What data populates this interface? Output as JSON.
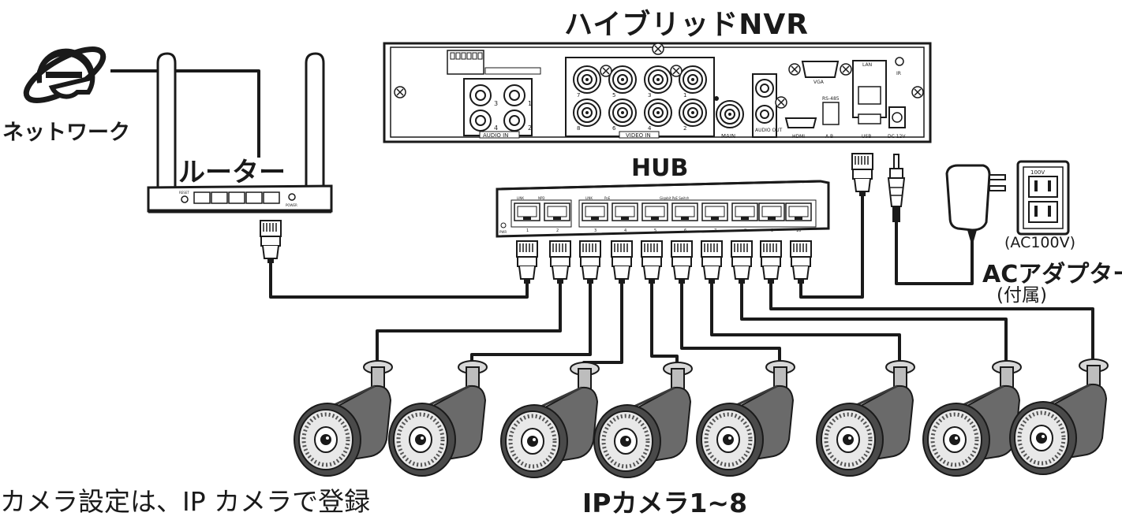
{
  "labels": {
    "nvr_title": "ハイブリッドNVR",
    "hub_title": "HUB",
    "router_title": "ルーター",
    "network": "ネットワーク",
    "ac_voltage": "(AC100V)",
    "ac_adapter": "ACアダプター",
    "ac_adapter_note": "(付属)",
    "ip_cameras": "IPカメラ1~8",
    "footnote": "カメラ設定は、IP カメラで登録"
  },
  "nvr_ports": {
    "audio_in": "AUDIO IN",
    "video_in": "VIDEO IN",
    "main": "MAIN",
    "audio_out": "AUDIO OUT",
    "hdmi": "HDMI",
    "vga": "VGA",
    "rs485": "RS-485",
    "ab": "A B",
    "lan": "LAN",
    "usb": "USB",
    "dc": "DC 12V",
    "ir": "IR",
    "audio_in_nums": [
      "3",
      "1",
      "4",
      "2"
    ],
    "video_in_nums": [
      "7",
      "5",
      "3",
      "1",
      "8",
      "6",
      "4",
      "2"
    ]
  },
  "hub": {
    "indicators": [
      "LINK",
      "NPD",
      "LINK",
      "PoE",
      "Gigabit PoE Switch"
    ],
    "ports": [
      "1",
      "2",
      "3",
      "4",
      "5",
      "6",
      "7",
      "8",
      "9",
      "10"
    ],
    "pwr": "PWR"
  },
  "router": {
    "reset": "RESET",
    "power": "POWER"
  },
  "outlet": {
    "rating": "100V"
  },
  "colors": {
    "line": "#1a1a1a",
    "device_fill": "#ffffff",
    "camera_body": "#6a6a6a"
  },
  "icons": [
    "internet-explorer-icon"
  ]
}
